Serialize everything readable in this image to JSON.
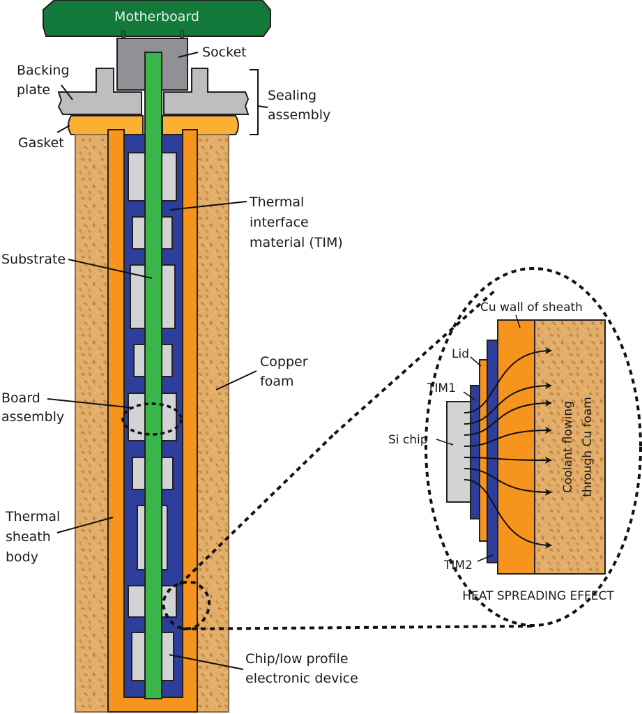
{
  "diagram": {
    "title": "Thermal sheath immersion cooling assembly",
    "colors": {
      "motherboard": "#137a3c",
      "socket": "#8f9194",
      "backing_plate": "#bcbec0",
      "gasket": "#fbb034",
      "copper_foam": "#d8a05a",
      "copper_foam_dark": "#b77a35",
      "sheath": "#f7941d",
      "tim": "#2e3e9b",
      "substrate": "#39b54a",
      "chip": "#d1d3d4"
    },
    "components": {
      "motherboard": "Motherboard",
      "socket": "Socket",
      "backing_plate": "Backing\nplate",
      "gasket": "Gasket",
      "sealing_assembly": "Sealing\nassembly",
      "tim": "Thermal\ninterface\nmaterial (TIM)",
      "substrate": "Substrate",
      "copper_foam": "Copper\nfoam",
      "board_assembly": "Board\nassembly",
      "sheath_body": "Thermal\nsheath\nbody",
      "chip": "Chip/low profile\nelectronic device"
    },
    "labels": {
      "motherboard": "Motherboard",
      "socket": "Socket",
      "backing_plate_l1": "Backing",
      "backing_plate_l2": "plate",
      "gasket": "Gasket",
      "sealing_l1": "Sealing",
      "sealing_l2": "assembly",
      "tim_l1": "Thermal",
      "tim_l2": "interface",
      "tim_l3": "material (TIM)",
      "substrate": "Substrate",
      "foam_l1": "Copper",
      "foam_l2": "foam",
      "board_l1": "Board",
      "board_l2": "assembly",
      "sheath_l1": "Thermal",
      "sheath_l2": "sheath",
      "sheath_l3": "body",
      "chip_l1": "Chip/low profile",
      "chip_l2": "electronic device"
    },
    "inset": {
      "title": "HEAT SPREADING EFFECT",
      "cu_wall": "Cu wall of sheath",
      "lid": "Lid",
      "tim1": "TIM1",
      "si_chip": "Si chip",
      "tim2": "TIM2",
      "coolant_l1": "Coolant flowing",
      "coolant_l2": "through Cu foam",
      "heat_flow_arrows": 7
    },
    "chip_count": 9
  }
}
